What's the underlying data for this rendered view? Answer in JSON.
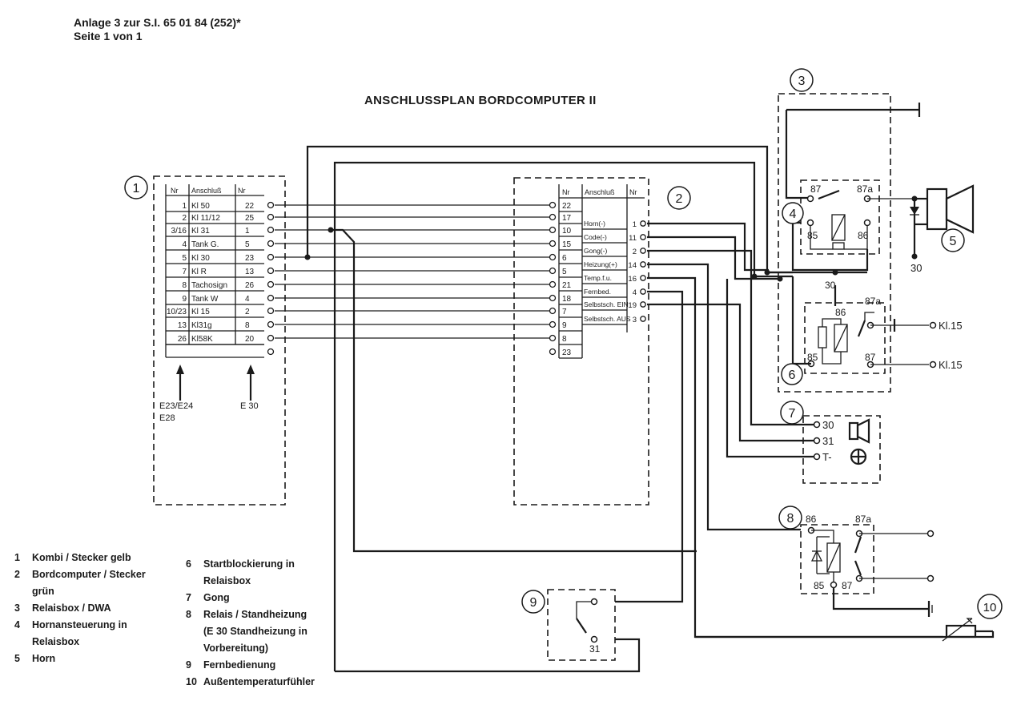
{
  "header": {
    "line1": "Anlage 3 zur S.I. 65 01 84 (252)*",
    "line2": "Seite 1 von 1"
  },
  "title": "ANSCHLUSSPLAN BORDCOMPUTER II",
  "component_numbers": [
    "1",
    "2",
    "3",
    "4",
    "5",
    "6",
    "7",
    "8",
    "9",
    "10"
  ],
  "connector1": {
    "headers": [
      "Nr",
      "Anschluß",
      "Nr"
    ],
    "rows": [
      {
        "nr": "1",
        "name": "Kl 50",
        "pin": "22"
      },
      {
        "nr": "2",
        "name": "Kl 11/12",
        "pin": "25"
      },
      {
        "nr": "3/16",
        "name": "Kl 31",
        "pin": "1"
      },
      {
        "nr": "4",
        "name": "Tank G.",
        "pin": "5"
      },
      {
        "nr": "5",
        "name": "Kl 30",
        "pin": "23"
      },
      {
        "nr": "7",
        "name": "Kl R",
        "pin": "13"
      },
      {
        "nr": "8",
        "name": "Tachosign",
        "pin": "26"
      },
      {
        "nr": "9",
        "name": "Tank W",
        "pin": "4"
      },
      {
        "nr": "10/23",
        "name": "Kl 15",
        "pin": "2"
      },
      {
        "nr": "13",
        "name": "Kl31g",
        "pin": "8"
      },
      {
        "nr": "26",
        "name": "Kl58K",
        "pin": "20"
      }
    ],
    "label_left": "E23/E24",
    "label_left2": "E28",
    "label_right": "E 30"
  },
  "connector2": {
    "headers": [
      "Nr",
      "Anschluß",
      "Nr"
    ],
    "left_pins": [
      "22",
      "17",
      "10",
      "15",
      "6",
      "5",
      "21",
      "18",
      "7",
      "9",
      "8",
      "23"
    ],
    "rows": [
      {
        "name": "Horn(-)",
        "pin": "1"
      },
      {
        "name": "Code(-)",
        "pin": "11"
      },
      {
        "name": "Gong(-)",
        "pin": "2"
      },
      {
        "name": "Heizung(+)",
        "pin": "14"
      },
      {
        "name": "Temp.f.u.",
        "pin": "16"
      },
      {
        "name": "Fernbed.",
        "pin": "4"
      },
      {
        "name": "Selbstsch. EIN",
        "pin": "19"
      },
      {
        "name": "Selbstsch. AUS",
        "pin": "3"
      }
    ]
  },
  "relay_labels": {
    "r4": [
      "87",
      "87a",
      "85",
      "86"
    ],
    "r6": [
      "86",
      "87a",
      "85",
      "87"
    ],
    "r8": [
      "86",
      "87a",
      "85",
      "87"
    ],
    "gong": [
      "30",
      "31",
      "T-"
    ],
    "kl15_a": "Kl.15",
    "kl15_b": "Kl.15",
    "t30_a": "30",
    "t30_b": "30",
    "remote": "31"
  },
  "legend_left": [
    {
      "num": "1",
      "text": "Kombi / Stecker gelb"
    },
    {
      "num": "2",
      "text": "Bordcomputer / Stecker"
    },
    {
      "num": "",
      "text": "grün"
    },
    {
      "num": "3",
      "text": "Relaisbox / DWA"
    },
    {
      "num": "4",
      "text": "Hornansteuerung in"
    },
    {
      "num": "",
      "text": "Relaisbox"
    },
    {
      "num": "5",
      "text": "Horn"
    }
  ],
  "legend_right": [
    {
      "num": "6",
      "text": "Startblockierung in"
    },
    {
      "num": "",
      "text": "Relaisbox"
    },
    {
      "num": "7",
      "text": "Gong"
    },
    {
      "num": "8",
      "text": "Relais / Standheizung"
    },
    {
      "num": "",
      "text": "(E 30 Standheizung in"
    },
    {
      "num": "",
      "text": "Vorbereitung)"
    },
    {
      "num": "9",
      "text": "Fernbedienung"
    },
    {
      "num": "10",
      "text": "Außentemperaturfühler"
    }
  ]
}
